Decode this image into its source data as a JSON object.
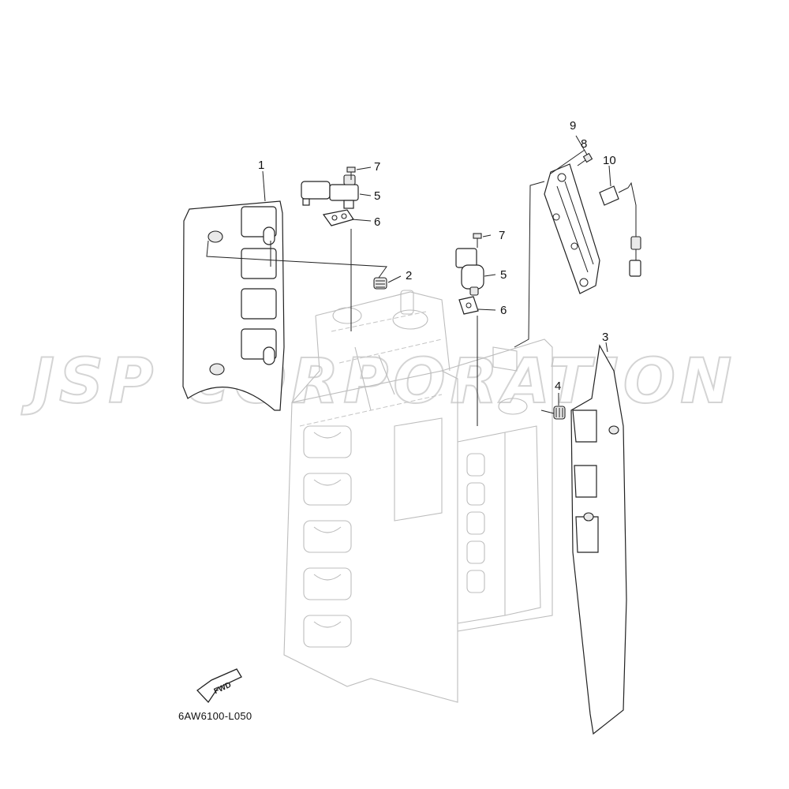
{
  "watermark": {
    "text": "JSP CORPORATION"
  },
  "diagram_code": "6AW6100-L050",
  "fwd_label": "FWD",
  "callouts": {
    "c1": "1",
    "c2": "2",
    "c3": "3",
    "c4": "4",
    "c5a": "5",
    "c5b": "5",
    "c6a": "6",
    "c6b": "6",
    "c7a": "7",
    "c7b": "7",
    "c8": "8",
    "c9": "9",
    "c10": "10"
  },
  "colors": {
    "line": "#222222",
    "ghost": "#bdbdbd",
    "watermark": "#d4d4d4"
  }
}
